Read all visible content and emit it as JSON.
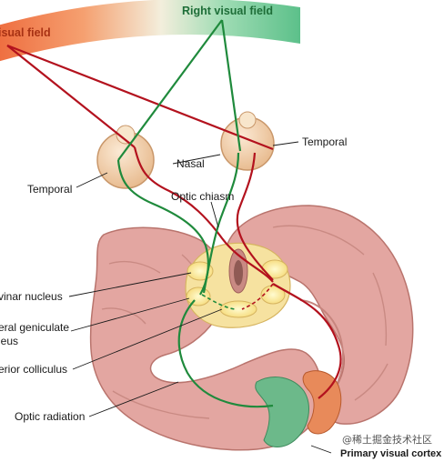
{
  "fields": {
    "left": "isual field",
    "right": "Right visual field"
  },
  "labels": {
    "temporal_right": "Temporal",
    "nasal": "Nasal",
    "temporal_left": "Temporal",
    "optic_chiasm": "Optic chiasm",
    "pulvinar": "vinar nucleus",
    "lgn_line1": "eral geniculate",
    "lgn_line2": "leus",
    "superior_colliculus": "erior colliculus",
    "optic_radiation": "Optic radiation",
    "primary_visual_cortex": "Primary visual cortex"
  },
  "watermark": "@稀土掘金技术社区",
  "colors": {
    "left_field_arc": "#f07a4a",
    "right_field_arc": "#5cc08a",
    "right_field_text": "#1e7a3c",
    "left_field_text": "#b02a10",
    "red_pathway": "#b3121e",
    "green_pathway": "#1f8a3c",
    "brain": "#e3a6a1",
    "eye": "#f4d7b4"
  }
}
